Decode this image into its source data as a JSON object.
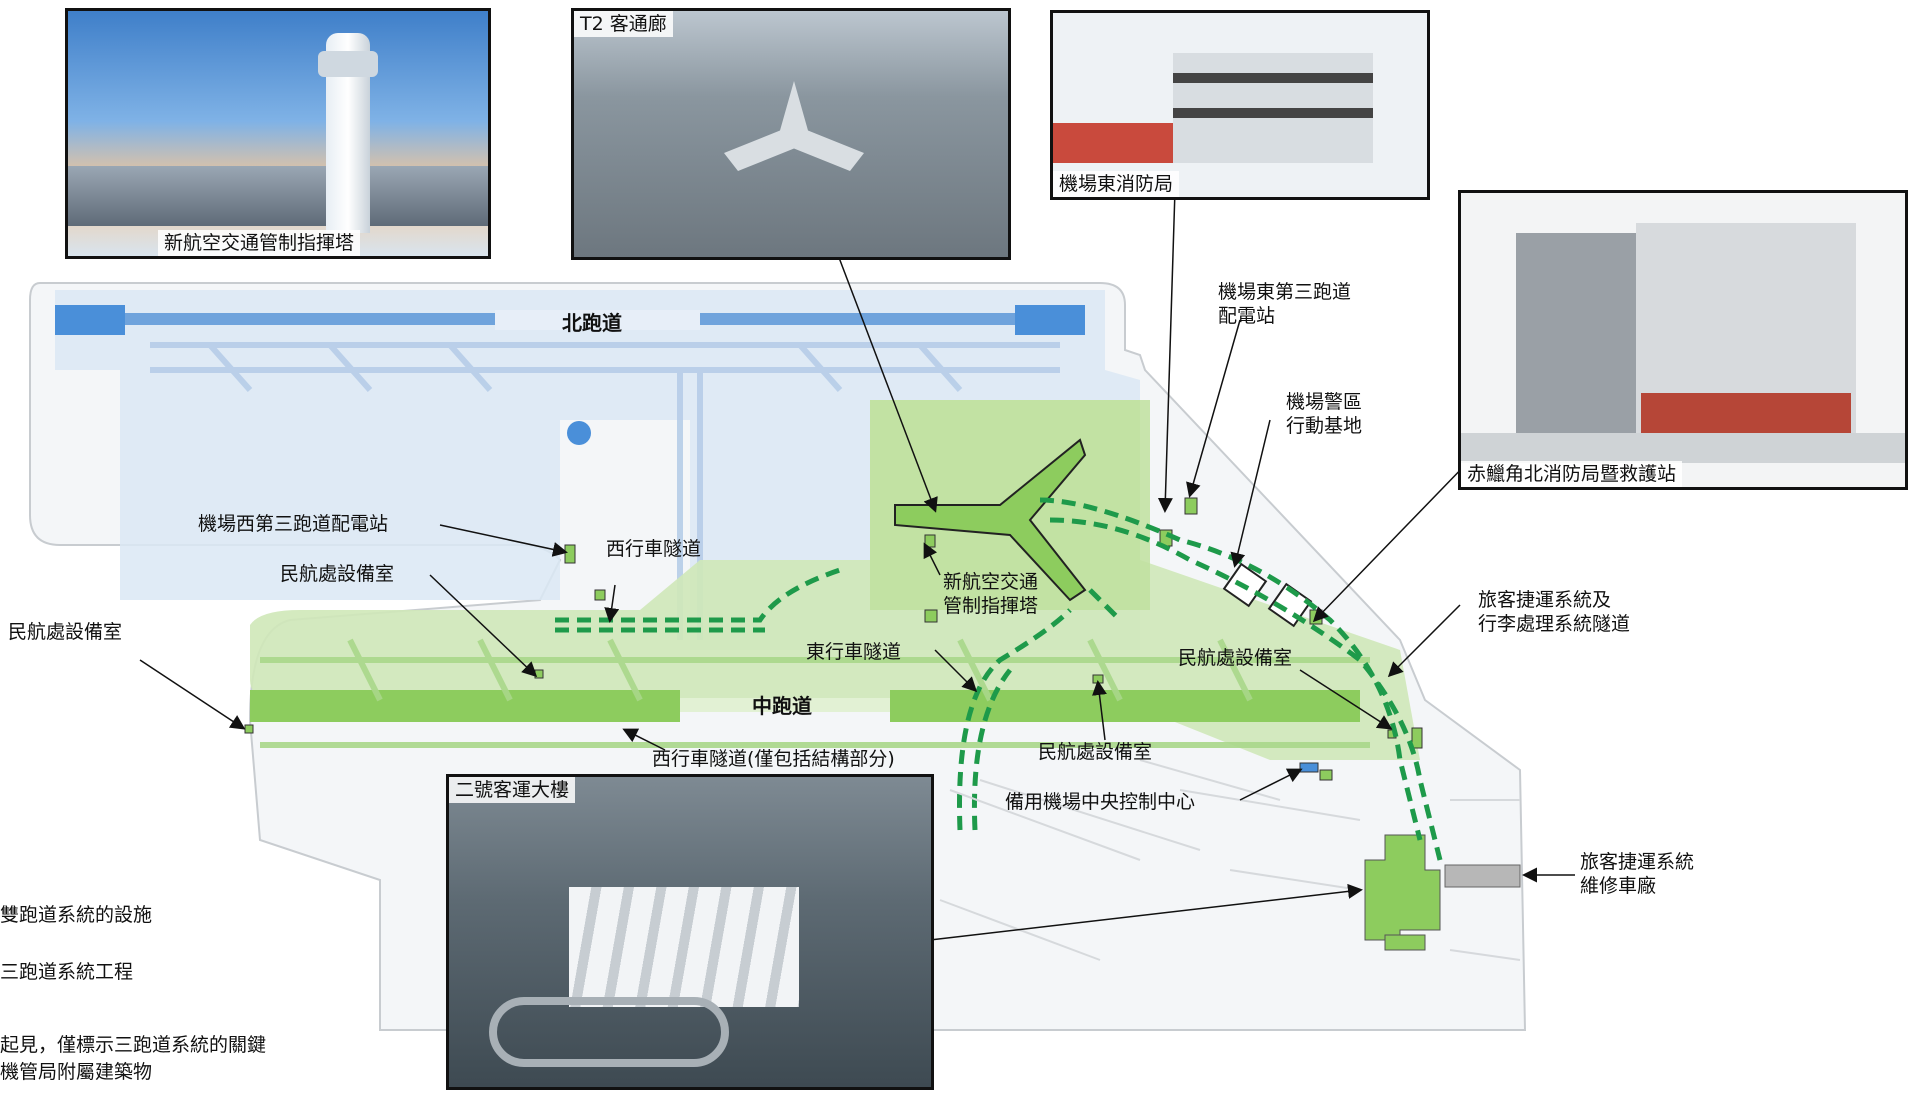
{
  "runways": {
    "north": "北跑道",
    "centre": "中跑道"
  },
  "photos": {
    "tower": "新航空交通管制指揮塔",
    "t2_concourse": "T2 客通廊",
    "fire_east": "機場東消防局",
    "fire_north": "赤鱲角北消防局暨救護站",
    "t2_building": "二號客運大樓"
  },
  "labels": {
    "east_substation": [
      "機場東第三跑道",
      "配電站"
    ],
    "police_base": [
      "機場警區",
      "行動基地"
    ],
    "west_substation": "機場西第三跑道配電站",
    "cad_equipment_1": "民航處設備室",
    "cad_equipment_2": "民航處設備室",
    "cad_equipment_3": "民航處設備室",
    "cad_equipment_4": "民航處設備室",
    "westbound_tunnel": "西行車隧道",
    "new_tower": [
      "新航空交通",
      "管制指揮塔"
    ],
    "eastbound_tunnel": "東行車隧道",
    "westbound_tunnel_structure": "西行車隧道(僅包括結構部分)",
    "apm_bhs_tunnel": [
      "旅客捷運系統及",
      "行李處理系統隧道"
    ],
    "backup_control_centre": "備用機場中央控制中心",
    "apm_depot": [
      "旅客捷運系統",
      "維修車廠"
    ]
  },
  "legend": {
    "line1": "雙跑道系統的設施",
    "line2": "三跑道系統工程",
    "note1": "起見，僅標示三跑道系統的關鍵",
    "note2": "機管局附屬建築物"
  },
  "colors": {
    "green": "#a6d67a",
    "green_dark": "#6dbf45",
    "blue": "#cfdff2",
    "blue_dark": "#4a90d9",
    "tunnel": "#1e9a4a"
  }
}
